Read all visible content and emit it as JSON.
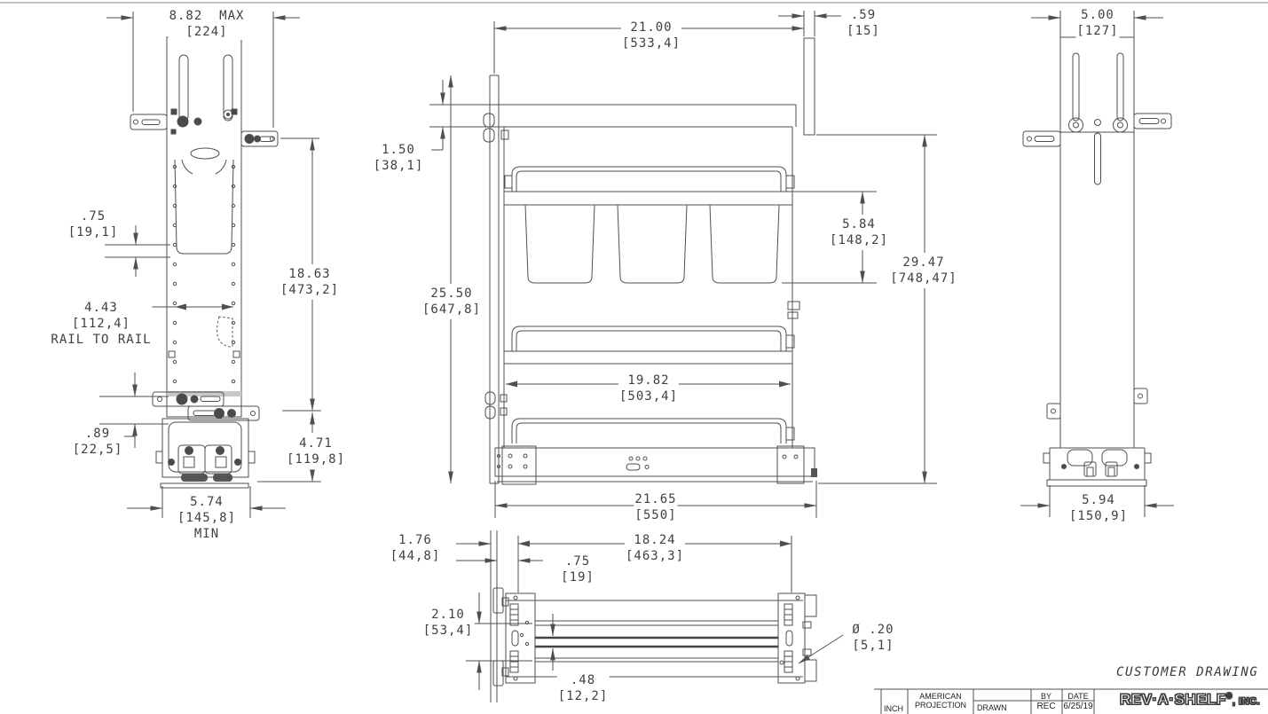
{
  "drawing": {
    "banner": "CUSTOMER DRAWING",
    "logo": {
      "name": "REV·A·SHELF",
      "reg": "®",
      "suffix": ", INC."
    },
    "title_block": {
      "units": "INCH",
      "projection": "AMERICAN\nPROJECTION",
      "by_label": "BY",
      "date_label": "DATE",
      "drawn_label": "DRAWN",
      "drawn_by": "REC",
      "drawn_date": "6/25/19"
    },
    "dims": {
      "lv_width": {
        "in": "8.82  MAX",
        "mm": "[224]"
      },
      "lv_rail_offset": {
        "in": ".75",
        "mm": "[19,1]"
      },
      "lv_rail_to_rail": {
        "in": "4.43",
        "mm": "[112,4]",
        "note": "RAIL TO RAIL"
      },
      "lv_height": {
        "in": "18.63",
        "mm": "[473,2]"
      },
      "lv_bracket_gap": {
        "in": ".89",
        "mm": "[22,5]"
      },
      "lv_base_height": {
        "in": "4.71",
        "mm": "[119,8]"
      },
      "lv_min_width": {
        "in": "5.74",
        "mm": "[145,8]",
        "note": "MIN"
      },
      "cv_depth": {
        "in": "21.00",
        "mm": "[533,4]"
      },
      "cv_door_thickness": {
        "in": ".59",
        "mm": "[15]"
      },
      "cv_top_clearance": {
        "in": "1.50",
        "mm": "[38,1]"
      },
      "cv_bin_depth": {
        "in": "5.84",
        "mm": "[148,2]"
      },
      "cv_overall_height": {
        "in": "29.47",
        "mm": "[748,47]"
      },
      "cv_height": {
        "in": "25.50",
        "mm": "[647,8]"
      },
      "cv_rail_length": {
        "in": "19.82",
        "mm": "[503,4]"
      },
      "cv_slide_length": {
        "in": "21.65",
        "mm": "[550]"
      },
      "tv_front_offset": {
        "in": "1.76",
        "mm": "[44,8]"
      },
      "tv_hole_offset": {
        "in": ".75",
        "mm": "[19]"
      },
      "tv_hole_span": {
        "in": "18.24",
        "mm": "[463,3]"
      },
      "tv_slide_width": {
        "in": "2.10",
        "mm": "[53,4]"
      },
      "tv_rail_gap": {
        "in": ".48",
        "mm": "[12,2]"
      },
      "tv_hole_dia": {
        "in": "Ø .20",
        "mm": "[5,1]"
      },
      "rv_width": {
        "in": "5.00",
        "mm": "[127]"
      },
      "rv_base_width": {
        "in": "5.94",
        "mm": "[150,9]"
      }
    }
  }
}
